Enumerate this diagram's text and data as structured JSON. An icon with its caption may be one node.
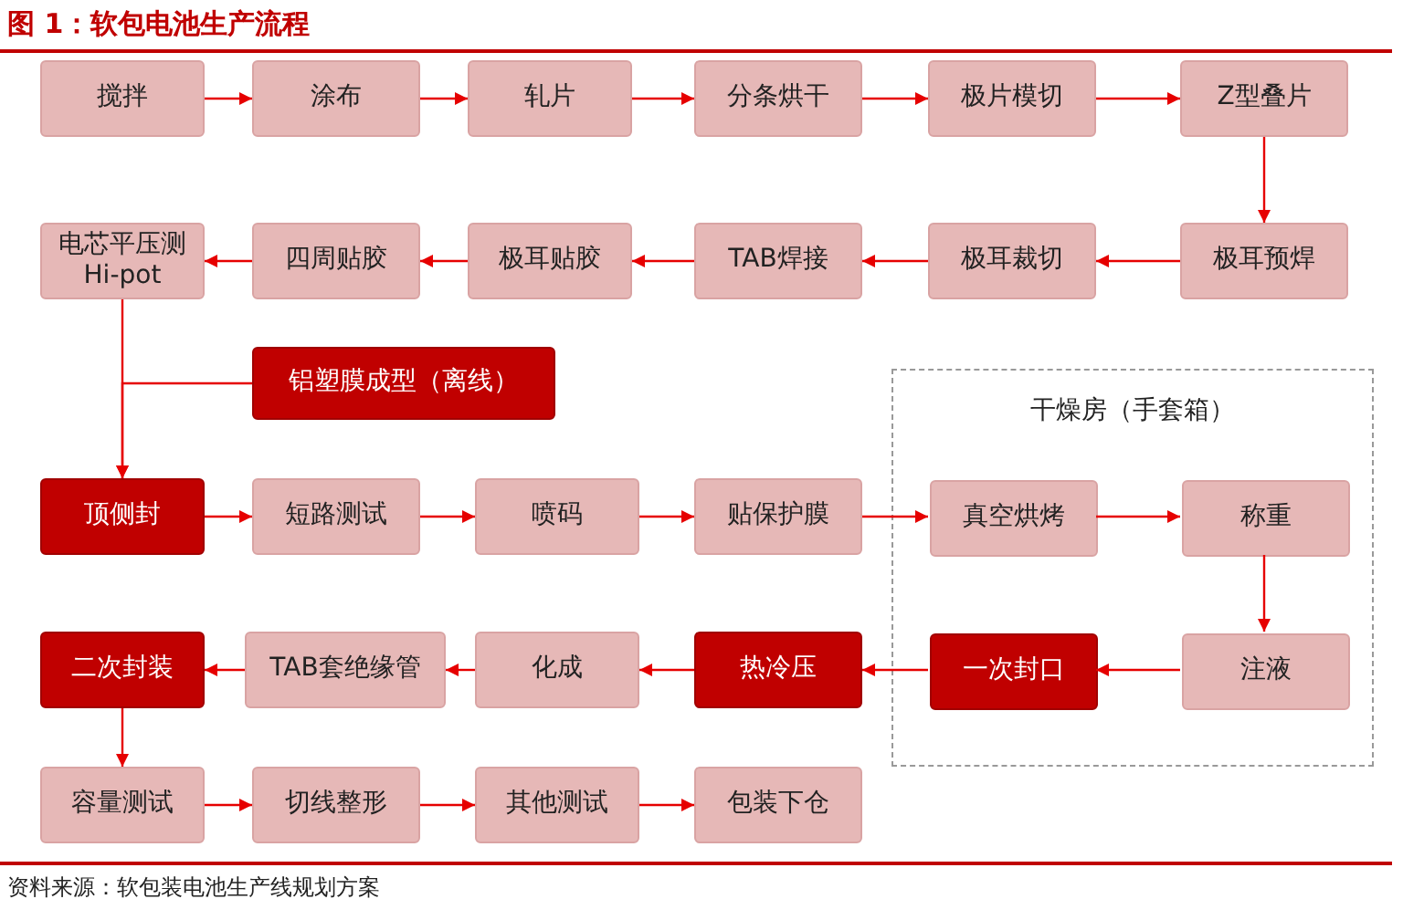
{
  "diagram": {
    "title": "图 1：软包电池生产流程",
    "caption": "资料来源：软包装电池生产线规划方案",
    "nodes": [
      {
        "text": [
          "搅拌"
        ]
      },
      {
        "text": [
          "涂布"
        ]
      },
      {
        "text": [
          "轧片"
        ]
      },
      {
        "text": [
          "分条烘干"
        ]
      },
      {
        "text": [
          "极片模切"
        ]
      },
      {
        "text": [
          "Z型叠片"
        ]
      },
      {
        "text": [
          "电芯平压测 Hi-pot"
        ]
      },
      {
        "text": [
          "四周贴胶"
        ]
      },
      {
        "text": [
          "极耳贴胶"
        ]
      },
      {
        "text": [
          "TAB焊接"
        ]
      },
      {
        "text": [
          "极耳裁切"
        ]
      },
      {
        "text": [
          "极耳预焊"
        ]
      },
      {
        "text": [
          "铝塑膜成型（离线）"
        ]
      },
      {
        "text": [
          "干燥房（手套箱）"
        ]
      },
      {
        "text": [
          "顶侧封"
        ]
      },
      {
        "text": [
          "短路测试"
        ]
      },
      {
        "text": [
          "喷码"
        ]
      },
      {
        "text": [
          "贴保护膜"
        ]
      },
      {
        "text": [
          "真空烘烤"
        ],
        "in": 13
      },
      {
        "text": [
          "称重"
        ],
        "in": 13
      },
      {
        "text": [
          "二次封装"
        ]
      },
      {
        "text": [
          "TAB套绝缘管"
        ]
      },
      {
        "text": [
          "化成"
        ]
      },
      {
        "text": [
          "热冷压"
        ]
      },
      {
        "text": [
          "一次封口"
        ],
        "in": 13
      },
      {
        "text": [
          "注液"
        ],
        "in": 13
      },
      {
        "text": [
          "容量测试"
        ]
      },
      {
        "text": [
          "切线整形"
        ]
      },
      {
        "text": [
          "其他测试"
        ]
      },
      {
        "text": [
          "包装下仓"
        ]
      }
    ],
    "edges": [
      {
        "from": 0,
        "to": 1,
        "arrow": "to"
      },
      {
        "from": 1,
        "to": 2,
        "arrow": "to"
      },
      {
        "from": 2,
        "to": 3,
        "arrow": "to"
      },
      {
        "from": 3,
        "to": 4,
        "arrow": "to"
      },
      {
        "from": 4,
        "to": 5,
        "arrow": "to"
      },
      {
        "from": 5,
        "to": 11,
        "arrow": "to"
      },
      {
        "from": 11,
        "to": 10,
        "arrow": "to"
      },
      {
        "from": 10,
        "to": 9,
        "arrow": "to"
      },
      {
        "from": 9,
        "to": 8,
        "arrow": "to"
      },
      {
        "from": 8,
        "to": 7,
        "arrow": "to"
      },
      {
        "from": 7,
        "to": 6,
        "arrow": "to"
      },
      {
        "from": 6,
        "to": 14,
        "arrow": "to"
      },
      {
        "from": 12,
        "to": 14,
        "arrow": "to"
      },
      {
        "from": 14,
        "to": 15,
        "arrow": "to"
      },
      {
        "from": 15,
        "to": 16,
        "arrow": "to"
      },
      {
        "from": 16,
        "to": 17,
        "arrow": "to"
      },
      {
        "from": 17,
        "to": 18,
        "arrow": "to"
      },
      {
        "from": 18,
        "to": 19,
        "arrow": "to"
      },
      {
        "from": 19,
        "to": 25,
        "arrow": "to"
      },
      {
        "from": 25,
        "to": 24,
        "arrow": "to"
      },
      {
        "from": 24,
        "to": 23,
        "arrow": "to"
      },
      {
        "from": 23,
        "to": 22,
        "arrow": "to"
      },
      {
        "from": 22,
        "to": 21,
        "arrow": "to"
      },
      {
        "from": 21,
        "to": 20,
        "arrow": "to"
      },
      {
        "from": 20,
        "to": 26,
        "arrow": "to"
      },
      {
        "from": 26,
        "to": 27,
        "arrow": "to"
      },
      {
        "from": 27,
        "to": 28,
        "arrow": "to"
      },
      {
        "from": 28,
        "to": 29,
        "arrow": "to"
      }
    ]
  }
}
